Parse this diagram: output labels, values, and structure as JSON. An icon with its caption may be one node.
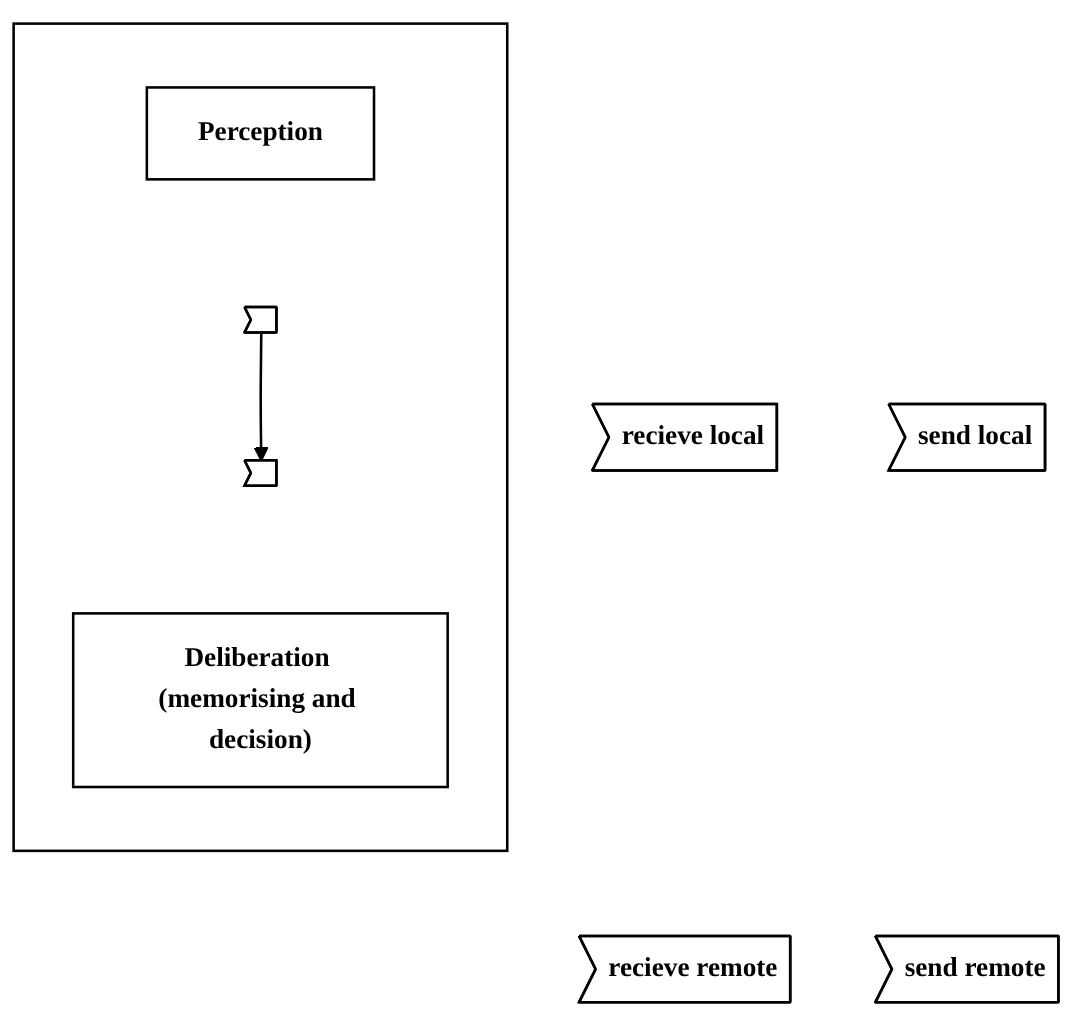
{
  "diagram": {
    "nodes": [
      {
        "text": [],
        "shape": "box"
      },
      {
        "text": [
          "Perception"
        ],
        "in": 0
      },
      {
        "text": [
          "Deliberation (memorising and decision)"
        ],
        "in": 0
      },
      {
        "text": [
          "recieve local"
        ]
      },
      {
        "text": [
          "recieve remote"
        ]
      },
      {
        "text": [],
        "shape": "port",
        "in": 0
      },
      {
        "text": [],
        "shape": "port",
        "in": 0
      },
      {
        "text": [
          "send local"
        ]
      },
      {
        "text": [
          "send remote"
        ]
      }
    ],
    "edges": [
      {
        "from": 5,
        "to": 6,
        "arrow": "to"
      }
    ]
  }
}
